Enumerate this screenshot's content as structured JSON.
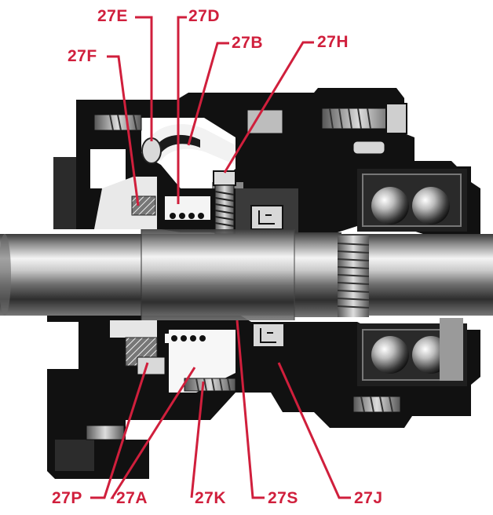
{
  "callouts": {
    "27E": "27E",
    "27D": "27D",
    "27B": "27B",
    "27F": "27F",
    "27H": "27H",
    "27P": "27P",
    "27A": "27A",
    "27K": "27K",
    "27S": "27S",
    "27J": "27J"
  },
  "colors": {
    "callout": "#d01f3c",
    "housing": "#111111",
    "shaft": "#9a9a9a"
  }
}
